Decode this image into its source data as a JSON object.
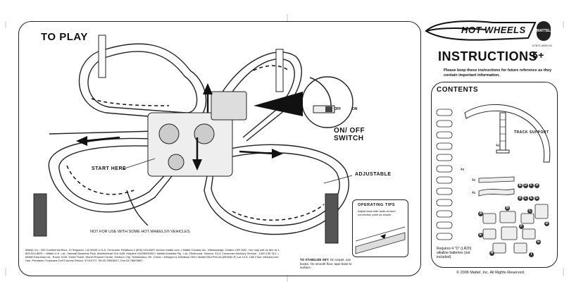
{
  "left_panel": {
    "title": "TO PLAY",
    "start_label": "START HERE",
    "adjustable_label": "ADJUSTABLE",
    "switch_label_line1": "ON/ OFF",
    "switch_label_line2": "SWITCH",
    "switch_off": "OFF",
    "switch_on": "ON",
    "note": "NOT FOR USE WITH SOME HOT WHEELS® VEHICLES.",
    "operating_tips_title": "OPERATING TIPS",
    "operating_tips_text": "Adjust track side walls at each connection point as shown.",
    "stabilize_lead": "TO STABILIZE SET:",
    "stabilize_text": "On carpet, use books. On smooth floor, tape base to surface.",
    "legal": "Mattel, Inc., 333 Continental Blvd., El Segundo, CA 90245 U.S.A. Consumer Relations 1 (800) 524-8697 service.mattel.com. • Mattel Canada Inc., Mississauga, Ontario L5R 3W2. You may call us free at 1-800-524-8697. • Mattel U.K. Ltd., Vanwall Business Park, Maidenhead SL6 4UB. Helpline 01628500303 • Mattel Australia Pty., Ltd., Richmond, Victoria. 3121 Consumer Advisory Service - 1300 135 312. • Mattel East Asia Ltd., Room 1106, South Tower, World Finance Centre, Harbour City, Tsimshatsui, HK, China. • Diimport & Distribusi Oleh: Mattel SEA Ptd Ltd.(993532-P) Lot 13.5, 13th Floor, Menara Lien Hoe, Persiaran Tropicana Golf Country Resort, 47410 PJ. Tel:03-78803817, Fax:03-78803867."
  },
  "right_panel": {
    "brand": "HOT WHEELS",
    "mattel_logo": "MATTEL",
    "part_number": "K7871-0920 G1",
    "instructions_title": "INSTRUCTIONS",
    "age": "5+",
    "keep_note": "Please keep these instructions for future reference as they contain important information.",
    "contents_title": "CONTENTS",
    "track_support_label": "TRACK SUPPORT",
    "qty_support": "4x",
    "qty_curve": "4x",
    "qty_straight_a": "4x",
    "qty_straight_b": "4x",
    "letters_row1": [
      "B",
      "D",
      "F",
      "H"
    ],
    "letters_row2": [
      "A",
      "C",
      "E",
      "G"
    ],
    "base_letters": [
      "A",
      "B",
      "C",
      "D",
      "E",
      "F",
      "G",
      "H",
      "I"
    ],
    "battery_note": "Requires 4 \"D\" (LR20) alkaline batteries (not included).",
    "copyright": "© 2006 Mattel, Inc. All Rights Reserved."
  },
  "colors": {
    "line": "#222222",
    "fill_dark": "#333333",
    "bg": "#ffffff"
  }
}
